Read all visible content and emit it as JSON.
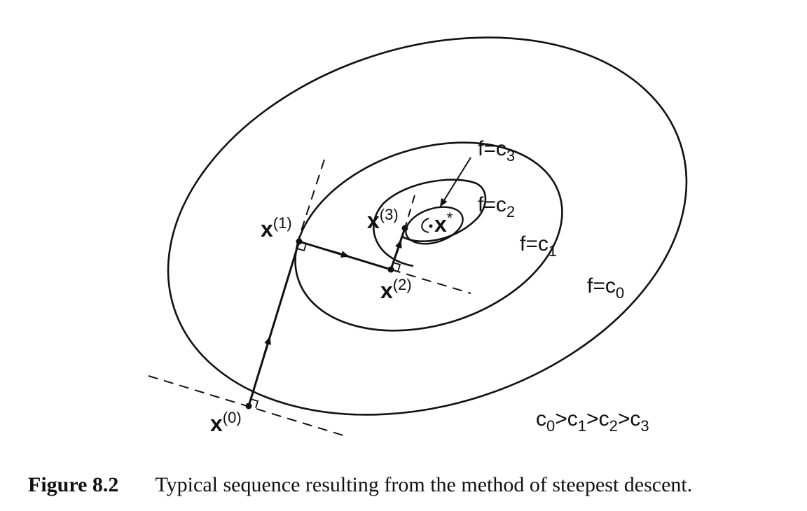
{
  "contours": [
    {
      "label_prefix": "f=c",
      "label_sub": "0"
    },
    {
      "label_prefix": "f=c",
      "label_sub": "1"
    },
    {
      "label_prefix": "f=c",
      "label_sub": "2"
    },
    {
      "label_prefix": "f=c",
      "label_sub": "3"
    }
  ],
  "points": [
    {
      "base": "x",
      "sup": "(0)"
    },
    {
      "base": "x",
      "sup": "(1)"
    },
    {
      "base": "x",
      "sup": "(2)"
    },
    {
      "base": "x",
      "sup": "(3)"
    }
  ],
  "optimum": {
    "base": "x",
    "sup": "*"
  },
  "ordering": {
    "c": "c",
    "gt": ">",
    "subs": [
      "0",
      "1",
      "2",
      "3"
    ]
  },
  "caption": {
    "label": "Figure 8.2",
    "text": "Typical sequence resulting from the method of steepest descent."
  }
}
